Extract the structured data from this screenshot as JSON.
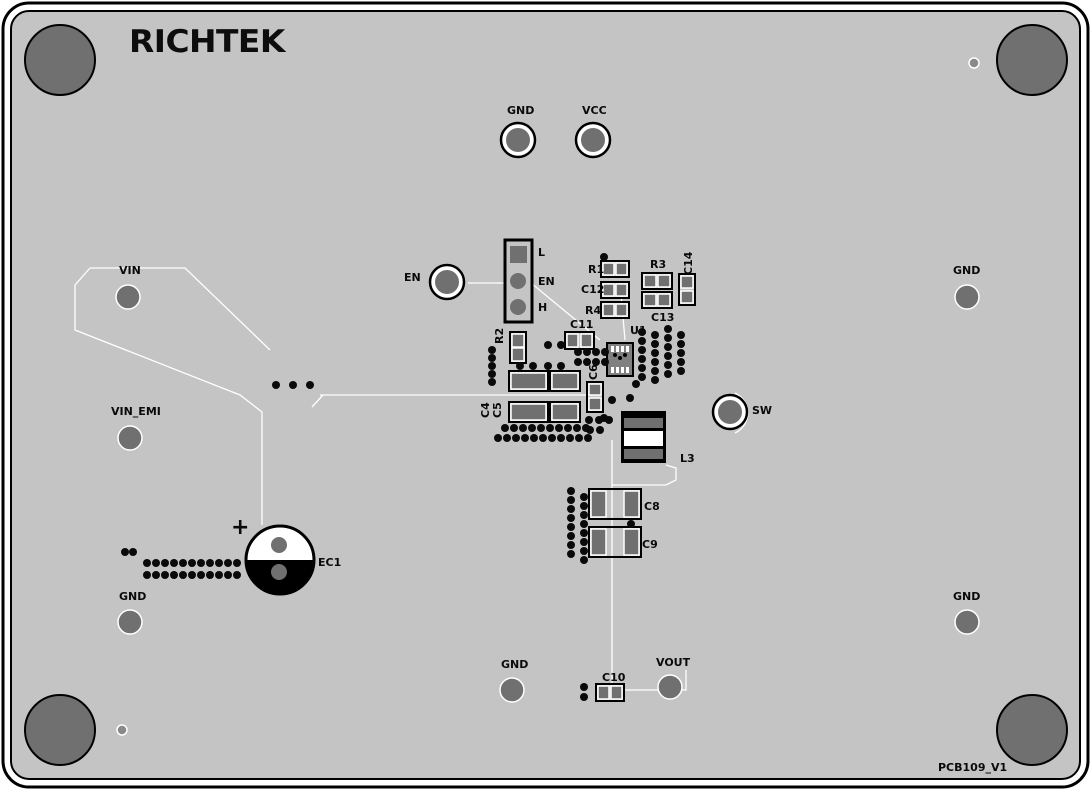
{
  "brand": "RICHTEK",
  "board_id": "PCB109_V1",
  "test_points": {
    "gnd_top": "GND",
    "vcc": "VCC",
    "en": "EN",
    "vin": "VIN",
    "vin_emi": "VIN_EMI",
    "gnd_left": "GND",
    "gnd_right_top": "GND",
    "gnd_right_bottom": "GND",
    "gnd_bottom": "GND",
    "vout": "VOUT",
    "sw": "SW"
  },
  "jumper": {
    "low": "L",
    "en": "EN",
    "high": "H"
  },
  "components": {
    "r1": "R1",
    "r2": "R2",
    "r3": "R3",
    "r4": "R4",
    "c4": "C4",
    "c5": "C5",
    "c6": "C6",
    "c8": "C8",
    "c9": "C9",
    "c10": "C10",
    "c11": "C11",
    "c12": "C12",
    "c13": "C13",
    "c14": "C14",
    "u1": "U1",
    "l3": "L3",
    "ec1": "EC1",
    "ec1_polarity": "+"
  },
  "colors": {
    "board": "#c4c4c4",
    "outline": "#000000",
    "hole": "#6e6e6e",
    "trace": "#ffffff",
    "via": "#0a0a0a"
  }
}
